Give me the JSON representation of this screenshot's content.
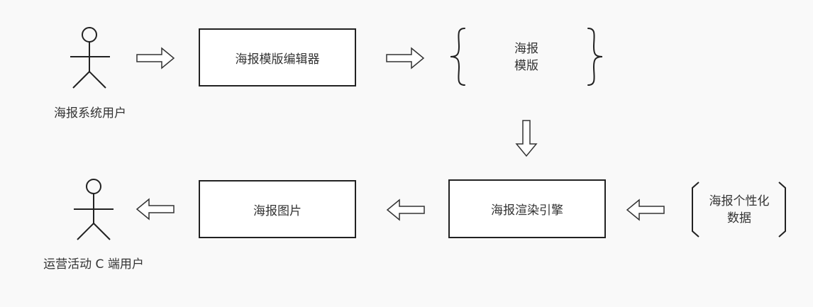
{
  "actors": {
    "poster_system_user": "海报系统用户",
    "campaign_c_user": "运营活动 C 端用户"
  },
  "boxes": {
    "template_editor": "海报模版编辑器",
    "render_engine": "海报渲染引擎",
    "poster_image": "海报图片"
  },
  "data_blocks": {
    "poster_template": [
      "海报",
      "模版"
    ],
    "personalized_data": [
      "海报个性化",
      "数据"
    ]
  },
  "colors": {
    "stroke": "#222222",
    "text": "#333333",
    "background": "#f9f9f9",
    "box_fill": "#ffffff"
  }
}
